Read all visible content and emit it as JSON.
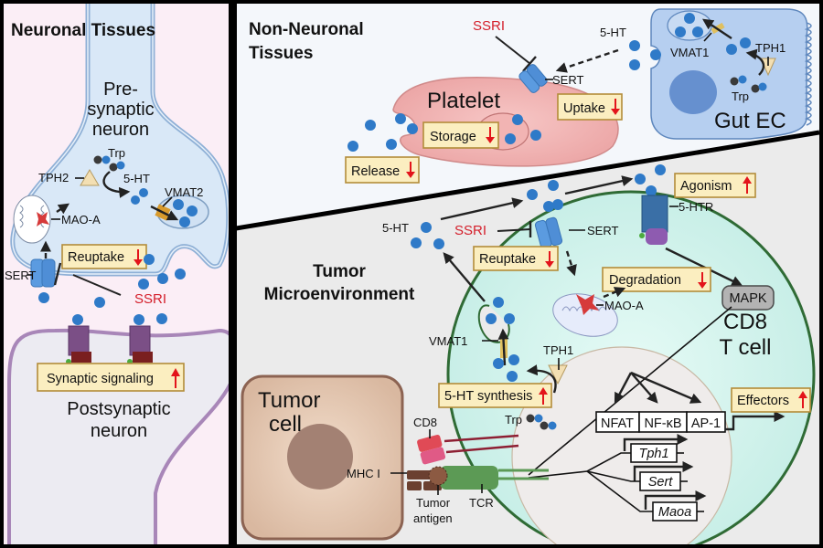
{
  "panels": {
    "neuronal": {
      "title": "Neuronal Tissues",
      "presynaptic_label": [
        "Pre-",
        "synaptic",
        "neuron"
      ],
      "postsynaptic_label": [
        "Postsynaptic",
        "neuron"
      ],
      "labels": {
        "trp": "Trp",
        "tph2": "TPH2",
        "ht": "5-HT",
        "vmat2": "VMAT2",
        "maoa": "MAO-A",
        "sert": "SERT",
        "ssri": "SSRI"
      },
      "boxes": {
        "reuptake": {
          "text": "Reuptake",
          "direction": "down"
        },
        "synaptic": {
          "text": "Synaptic signaling",
          "direction": "up"
        }
      }
    },
    "non_neuronal": {
      "title": [
        "Non-Neuronal",
        "Tissues"
      ],
      "labels": {
        "ssri": "SSRI",
        "ht": "5-HT",
        "sert": "SERT",
        "vmat1": "VMAT1",
        "tph1": "TPH1",
        "trp": "Trp",
        "platelet": "Platelet",
        "gut_ec": "Gut EC"
      },
      "boxes": {
        "uptake": {
          "text": "Uptake",
          "direction": "down"
        },
        "storage": {
          "text": "Storage",
          "direction": "down"
        },
        "release": {
          "text": "Release",
          "direction": "down"
        }
      }
    },
    "tumor": {
      "title": [
        "Tumor",
        "Microenvironment"
      ],
      "labels": {
        "ht": "5-HT",
        "ssri": "SSRI",
        "sert": "SERT",
        "htr": "5-HTR",
        "maoa": "MAO-A",
        "mapk": "MAPK",
        "vmat1": "VMAT1",
        "tph1": "TPH1",
        "trp": "Trp",
        "cd8_cell": [
          "CD8",
          "T cell"
        ],
        "tumor_cell": [
          "Tumor",
          "cell"
        ],
        "cd8": "CD8",
        "mhc": "MHC I",
        "antigen": [
          "Tumor",
          "antigen"
        ],
        "tcr": "TCR",
        "tfs": [
          "NFAT",
          "NF-κB",
          "AP-1"
        ],
        "genes": [
          "Tph1",
          "Sert",
          "Maoa"
        ]
      },
      "boxes": {
        "agonism": {
          "text": "Agonism",
          "direction": "up"
        },
        "reuptake": {
          "text": "Reuptake",
          "direction": "down"
        },
        "degradation": {
          "text": "Degradation",
          "direction": "down"
        },
        "synthesis": {
          "text": "5-HT synthesis",
          "direction": "up"
        },
        "effectors": {
          "text": "Effectors",
          "direction": "up"
        }
      }
    }
  },
  "colors": {
    "serotonin": "#2f7ac8",
    "ssri": "#d41e2a",
    "up_down_arrow": "#e3141b",
    "neuronal_bg": "#fbeef6",
    "non_neuronal_bg": "#f4f7fb",
    "tumor_bg": "#ebebeb"
  }
}
